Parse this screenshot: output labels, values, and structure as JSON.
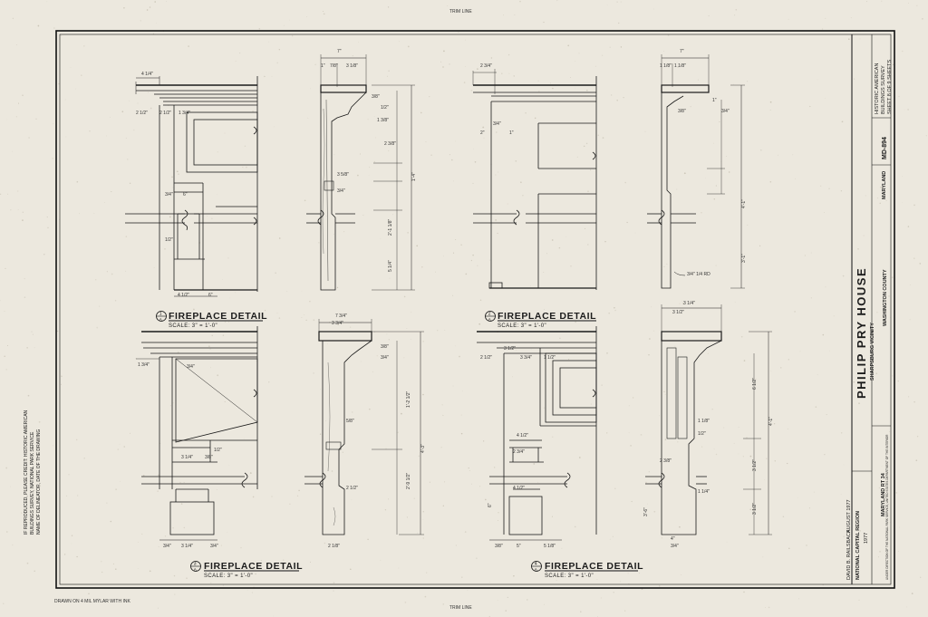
{
  "sheet": {
    "trim_label_top": "TRIM LINE",
    "trim_label_bottom": "TRIM LINE",
    "footer_note": "DRAWN ON 4 MIL MYLAR WITH INK",
    "side_note_lines": [
      "IF REPRODUCED, PLEASE CREDIT: HISTORIC AMERICAN",
      "BUILDINGS SURVEY, NATIONAL PARK SERVICE",
      "NAME OF DELINEATOR, DATE OF THE DRAWING"
    ]
  },
  "details": [
    {
      "number": "1",
      "sheet_ref": "A",
      "title": "FIREPLACE DETAIL",
      "scale": "SCALE: 3\" = 1'-0\""
    },
    {
      "number": "2",
      "sheet_ref": "A",
      "title": "FIREPLACE DETAIL",
      "scale": "SCALE: 3\" = 1'-0\""
    },
    {
      "number": "3",
      "sheet_ref": "A",
      "title": "FIREPLACE DETAIL",
      "scale": "SCALE: 3\" = 1'-0\""
    },
    {
      "number": "4",
      "sheet_ref": "A",
      "title": "FIREPLACE DETAIL",
      "scale": "SCALE: 3\" = 1'-0\""
    }
  ],
  "dimensions": {
    "d1": [
      "4 1/4\"",
      "2 1/2\"",
      "2 1/2\"",
      "1 3/4\"",
      "3/4\"",
      "6\"",
      "1/2\"",
      "4 1/2\"",
      "6\""
    ],
    "d1s": [
      "7\"",
      "1\"",
      "7/8\"",
      "3 1/8\"",
      "3/8\"",
      "1/2\"",
      "1 3/8\"",
      "3 5/8\"",
      "3/4\"",
      "2 3/8\"",
      "1'-4\"",
      "5 1/4\"",
      "2'-1 1/8\""
    ],
    "d2": [
      "2 3/4\"",
      "3/4\"",
      "2\"",
      "1\""
    ],
    "d2s": [
      "7\"",
      "1 1/8\"",
      "1 1/8\"",
      "1\"",
      "3/4\"",
      "3/8\"",
      "4'-1\"",
      "3'-1\"",
      "3/4\" 1/4 RD"
    ],
    "d3": [
      "1 3/4\"",
      "3/4\"",
      "1/2\"",
      "3 1/4\"",
      "3/8\"",
      "3/4\"",
      "3 1/4\"",
      "3/4\""
    ],
    "d3s": [
      "7 3/4\"",
      "3 3/4\"",
      "3/8\"",
      "3/4\"",
      "1'-2 1/2\"",
      "4'-3\"",
      "2'-9 1/2\"",
      "5/8\"",
      "2 1/2\"",
      "2 1/8\""
    ],
    "d4": [
      "3 1/2\"",
      "2 1/2\"",
      "3 3/4\"",
      "1 1/2\"",
      "4 1/2\"",
      "2 3/4\"",
      "4 1/2\"",
      "5\"",
      "3/8\"",
      "5 1/8\"",
      "6\""
    ],
    "d4s": [
      "3 1/4\"",
      "3 1/2\"",
      "1 1/8\"",
      "1/2\"",
      "2 3/8\"",
      "6 1/2\"",
      "4'-1\"",
      "1 1/4\"",
      "3/4\"",
      "3 1/2\"",
      "3 1/2\"",
      "4\"",
      "3'-6\""
    ]
  },
  "title_block": {
    "building_name": "PHILIP PRY HOUSE",
    "route": "MARYLAND RT 34",
    "location": "SHARPSBURG VICINITY",
    "county": "WASHINGTON COUNTY",
    "state": "MARYLAND",
    "agency_lines": [
      "HISTORIC AMERICAN",
      "BUILDINGS SURVEY",
      "SHEET 8 OF 9 SHEETS"
    ],
    "survey_number": "MD-894",
    "region": "NATIONAL CAPITAL REGION",
    "date": "AUGUST 1977",
    "delineator": "DAVID B. RAILSBACK",
    "date2": "1977",
    "fine_print": "UNDER DIRECTION OF THE NATIONAL PARK SERVICE, UNITED STATES DEPARTMENT OF THE INTERIOR"
  }
}
